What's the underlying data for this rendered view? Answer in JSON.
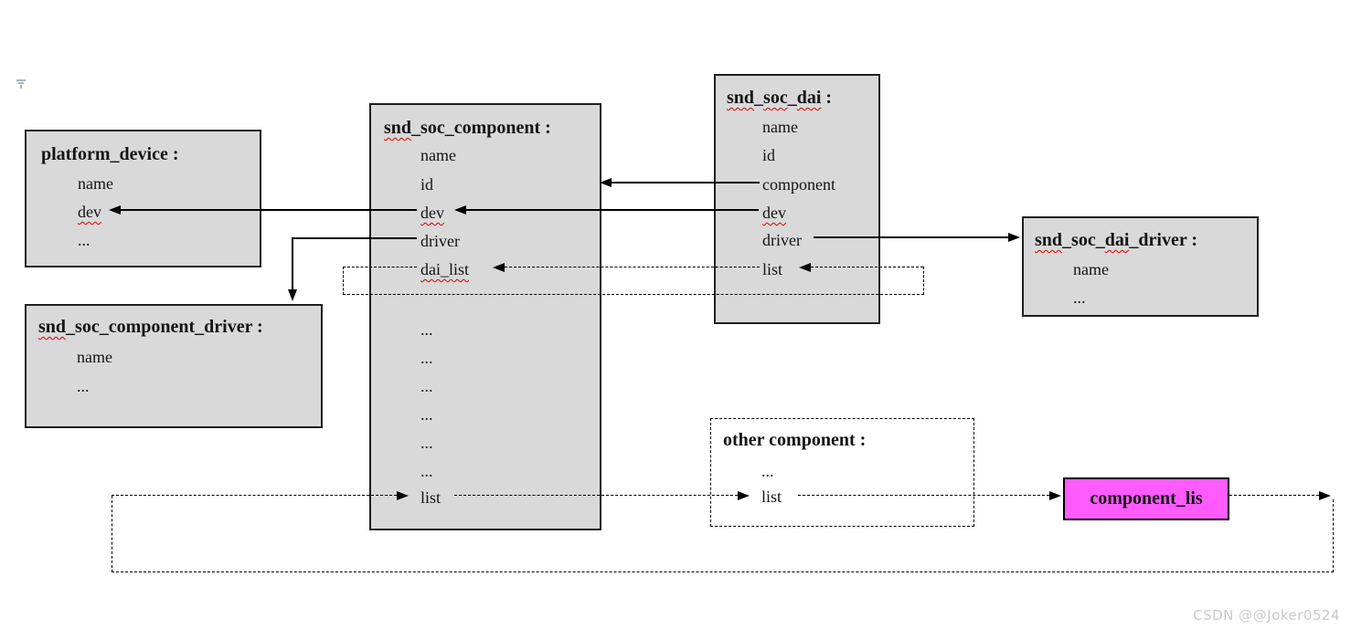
{
  "watermark": "CSDN @@Joker0524",
  "colors": {
    "box_fill": "#d9d9d9",
    "box_border": "#1f1f1f",
    "pink_fill": "#ff5bff",
    "line": "#000000",
    "squiggle_red": "#dd0000",
    "watermark_gray": "#c9c9c9"
  },
  "boxes": {
    "platform_device": {
      "title": [
        "platform_device :"
      ],
      "fields": [
        "name",
        "dev",
        "..."
      ]
    },
    "snd_soc_component": {
      "title": [
        "snd",
        "_soc_component :"
      ],
      "fields": [
        "name",
        "id",
        "dev",
        "driver",
        "dai_list",
        "...",
        "...",
        "...",
        "...",
        "...",
        "...",
        "list"
      ]
    },
    "snd_soc_dai": {
      "title": [
        "snd",
        "_",
        "soc",
        "_",
        "dai",
        " :"
      ],
      "fields": [
        "name",
        "id",
        "component",
        "dev",
        "driver",
        "list"
      ]
    },
    "snd_soc_dai_driver": {
      "title": [
        "snd",
        "_soc_",
        "dai",
        "_driver :"
      ],
      "fields": [
        "name",
        "..."
      ]
    },
    "snd_soc_component_driver": {
      "title": [
        "snd",
        "_soc_component_driver :"
      ],
      "fields": [
        "name",
        "..."
      ]
    },
    "other_component": {
      "title": [
        "other component :"
      ],
      "fields": [
        "...",
        "list"
      ]
    },
    "component_list_node": {
      "label": "component_lis"
    }
  }
}
